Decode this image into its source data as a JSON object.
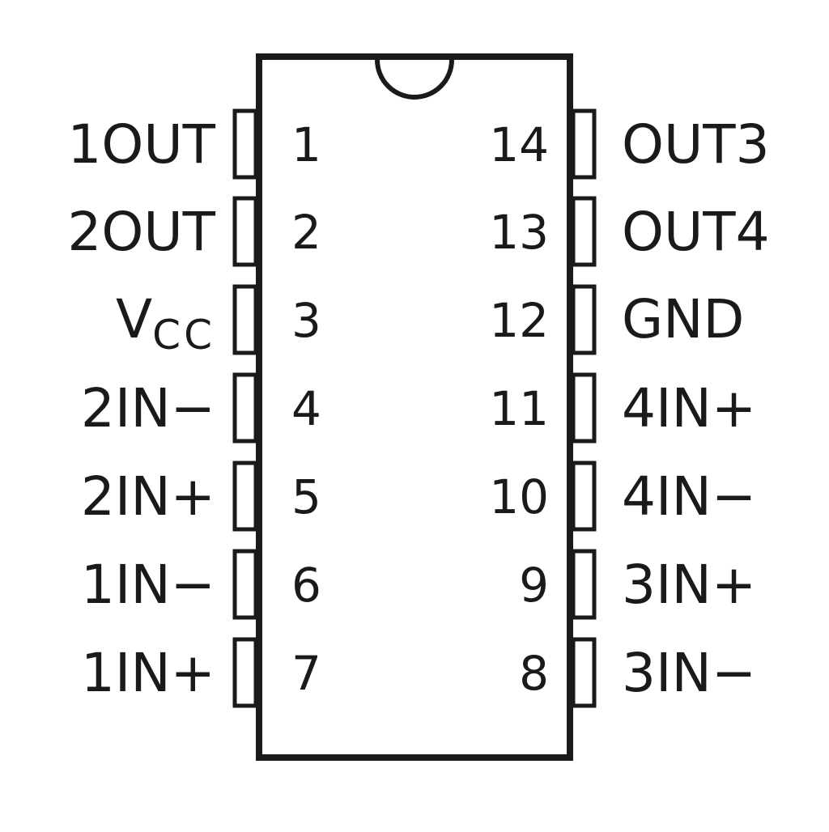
{
  "left_pins": [
    {
      "number": "1",
      "label": "1OUT"
    },
    {
      "number": "2",
      "label": "2OUT"
    },
    {
      "number": "3",
      "label_main": "V",
      "label_sub": "CC"
    },
    {
      "number": "4",
      "label": "2IN−"
    },
    {
      "number": "5",
      "label": "2IN+"
    },
    {
      "number": "6",
      "label": "1IN−"
    },
    {
      "number": "7",
      "label": "1IN+"
    }
  ],
  "right_pins": [
    {
      "number": "14",
      "label": "OUT3"
    },
    {
      "number": "13",
      "label": "OUT4"
    },
    {
      "number": "12",
      "label": "GND"
    },
    {
      "number": "11",
      "label": "4IN+"
    },
    {
      "number": "10",
      "label": "4IN−"
    },
    {
      "number": "9",
      "label": "3IN+"
    },
    {
      "number": "8",
      "label": "3IN−"
    }
  ],
  "colors": {
    "stroke": "#1a1a1a",
    "background": "#ffffff"
  }
}
